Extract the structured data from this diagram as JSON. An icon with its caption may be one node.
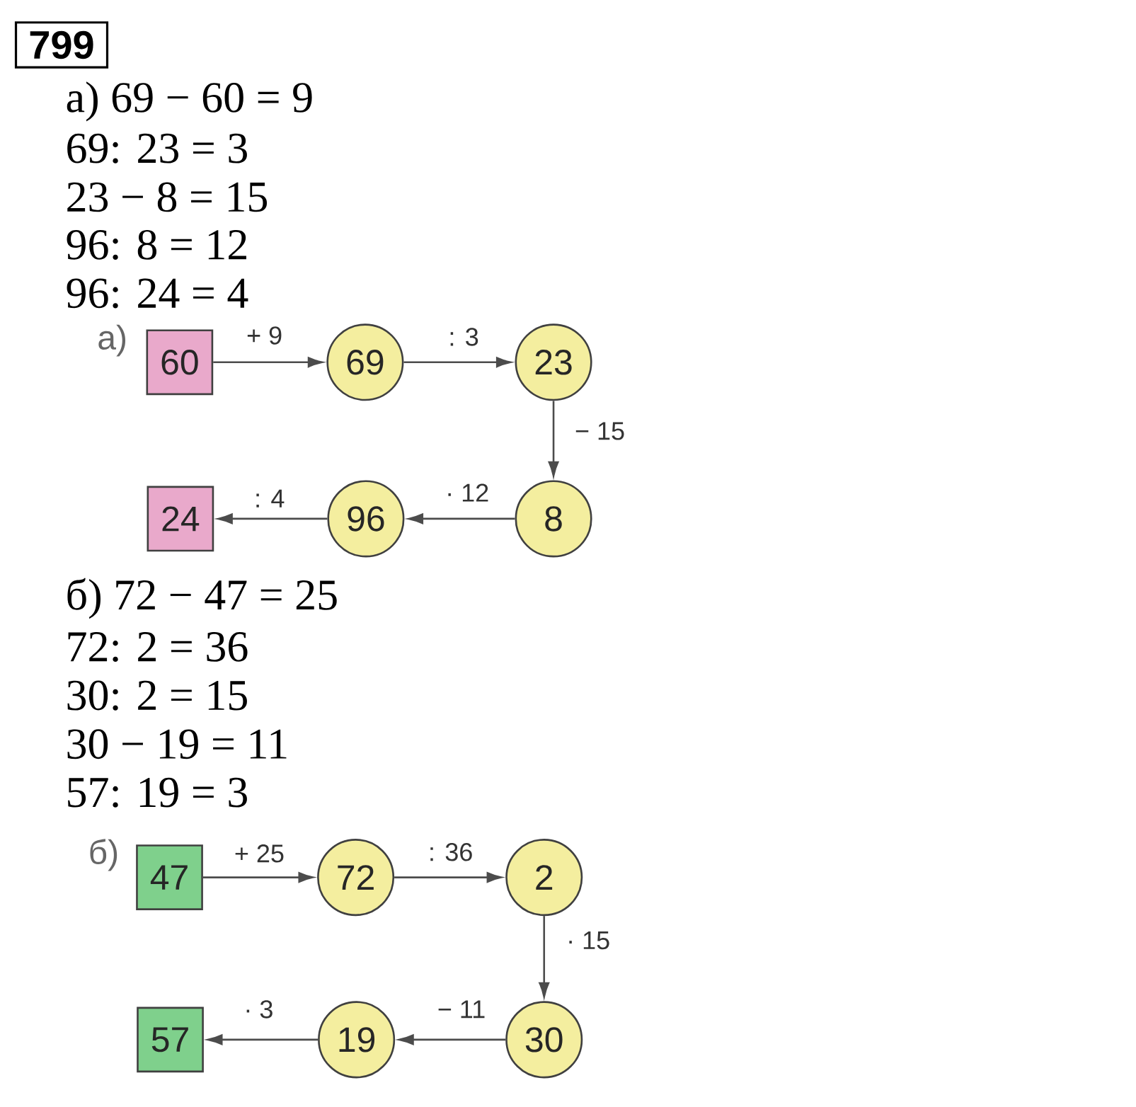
{
  "diagram": {
    "nodes": [
      {
        "text": [
          "799"
        ]
      },
      {
        "text": [
          "60"
        ]
      },
      {
        "text": [
          "69"
        ]
      },
      {
        "text": [
          "23"
        ]
      },
      {
        "text": [
          "8"
        ]
      },
      {
        "text": [
          "96"
        ]
      },
      {
        "text": [
          "24"
        ]
      },
      {
        "text": [
          "47"
        ]
      },
      {
        "text": [
          "72"
        ]
      },
      {
        "text": [
          "2"
        ]
      },
      {
        "text": [
          "30"
        ]
      },
      {
        "text": [
          "19"
        ]
      },
      {
        "text": [
          "57"
        ]
      }
    ],
    "edges": [
      {
        "from": 1,
        "to": 2,
        "arrow": "to",
        "label": "+ 9"
      },
      {
        "from": 2,
        "to": 3,
        "arrow": "to",
        "label": ": 3"
      },
      {
        "from": 3,
        "to": 4,
        "arrow": "to",
        "label": "− 15"
      },
      {
        "from": 4,
        "to": 5,
        "arrow": "to",
        "label": "· 12"
      },
      {
        "from": 5,
        "to": 6,
        "arrow": "to",
        "label": ": 4"
      },
      {
        "from": 7,
        "to": 8,
        "arrow": "to",
        "label": "+ 25"
      },
      {
        "from": 8,
        "to": 9,
        "arrow": "to",
        "label": ": 36"
      },
      {
        "from": 9,
        "to": 10,
        "arrow": "to",
        "label": "· 15"
      },
      {
        "from": 10,
        "to": 11,
        "arrow": "to",
        "label": "− 11"
      },
      {
        "from": 11,
        "to": 12,
        "arrow": "to",
        "label": "· 3"
      }
    ],
    "labels": [
      "а) 69 − 60 = 9",
      "69: 23 = 3",
      "23 − 8 = 15",
      "96: 8 = 12",
      "96: 24 = 4",
      "а)",
      "б) 72 − 47 = 25",
      "72: 2 = 36",
      "30: 2 = 15",
      "30 − 19 = 11",
      "57: 19 = 3",
      "б)"
    ]
  }
}
